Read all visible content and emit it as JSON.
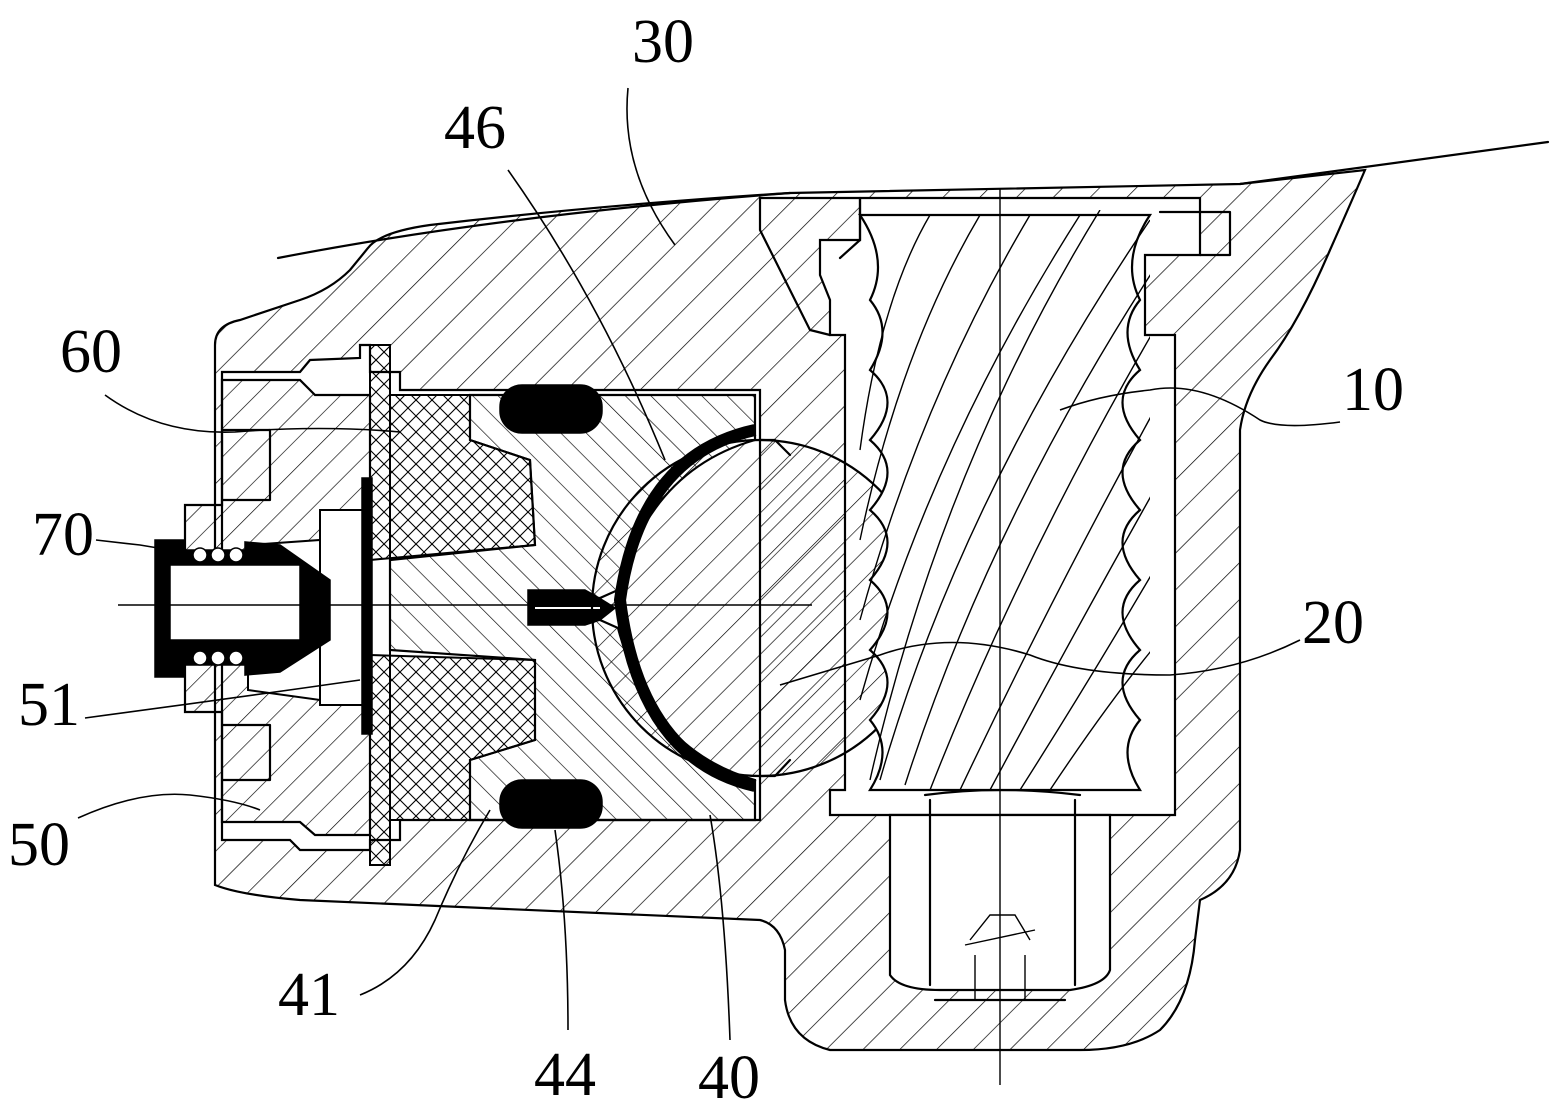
{
  "figure": {
    "labels": [
      {
        "id": "30",
        "text": "30"
      },
      {
        "id": "46",
        "text": "46"
      },
      {
        "id": "60",
        "text": "60"
      },
      {
        "id": "10",
        "text": "10"
      },
      {
        "id": "70",
        "text": "70"
      },
      {
        "id": "20",
        "text": "20"
      },
      {
        "id": "51",
        "text": "51"
      },
      {
        "id": "50",
        "text": "50"
      },
      {
        "id": "41",
        "text": "41"
      },
      {
        "id": "44",
        "text": "44"
      },
      {
        "id": "40",
        "text": "40"
      }
    ]
  }
}
